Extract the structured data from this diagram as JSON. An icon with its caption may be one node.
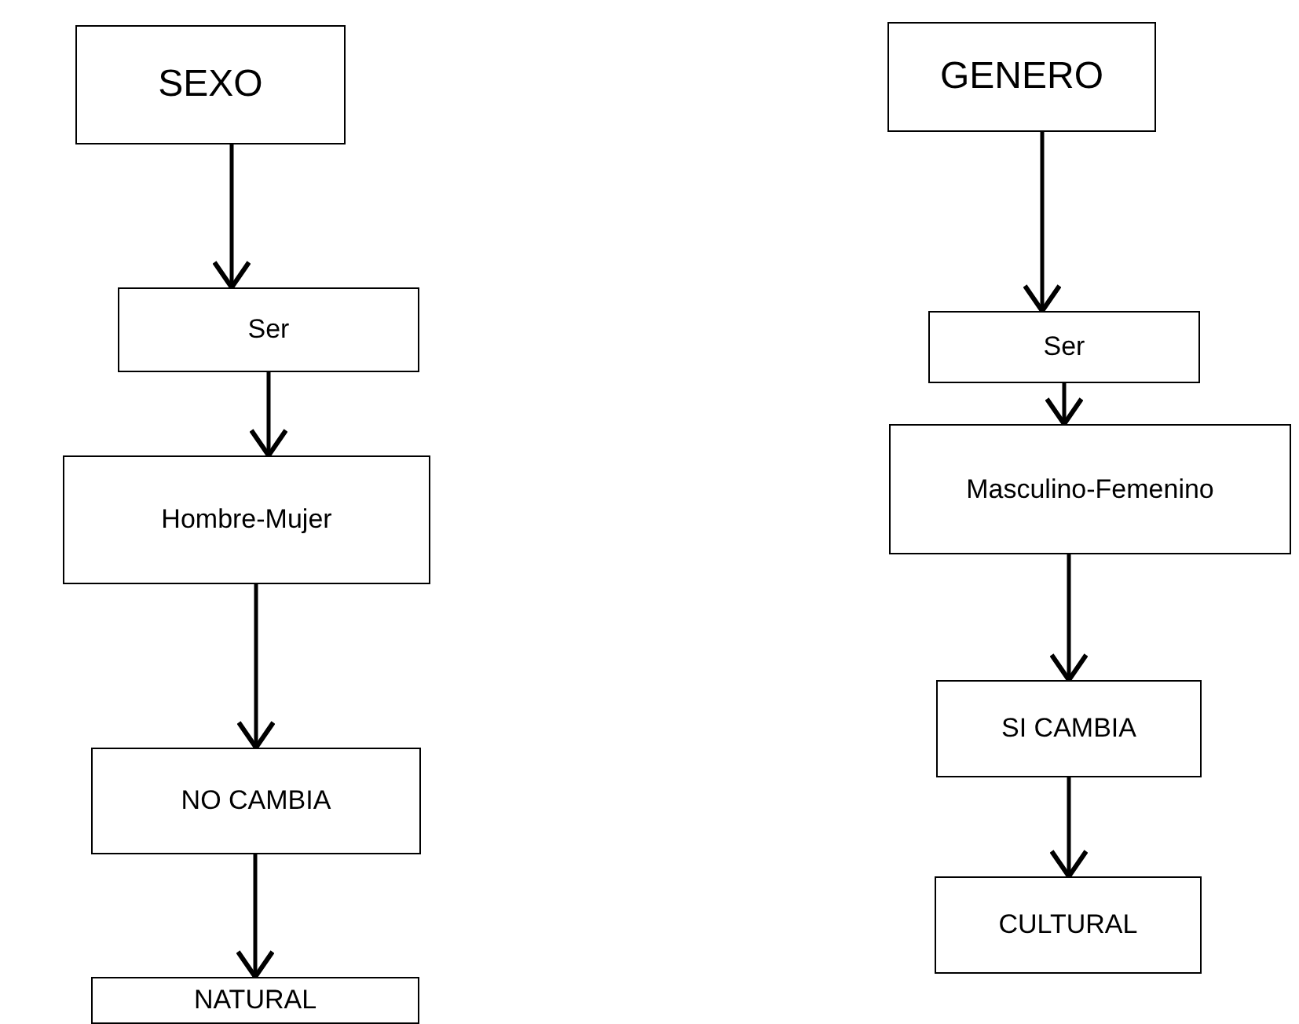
{
  "diagram": {
    "nodes": [
      {
        "text": [
          "SEXO"
        ]
      },
      {
        "text": [
          "Ser"
        ]
      },
      {
        "text": [
          "Hombre-Mujer"
        ]
      },
      {
        "text": [
          "NO CAMBIA"
        ]
      },
      {
        "text": [
          "NATURAL"
        ]
      },
      {
        "text": [
          "GENERO"
        ]
      },
      {
        "text": [
          "Ser"
        ]
      },
      {
        "text": [
          "Masculino-Femenino"
        ]
      },
      {
        "text": [
          "SI CAMBIA"
        ]
      },
      {
        "text": [
          "CULTURAL"
        ]
      }
    ],
    "edges": [
      {
        "from": 0,
        "to": 1,
        "arrow": "to"
      },
      {
        "from": 1,
        "to": 2,
        "arrow": "to"
      },
      {
        "from": 2,
        "to": 3,
        "arrow": "to"
      },
      {
        "from": 3,
        "to": 4,
        "arrow": "to"
      },
      {
        "from": 5,
        "to": 6,
        "arrow": "to"
      },
      {
        "from": 6,
        "to": 7,
        "arrow": "to"
      },
      {
        "from": 7,
        "to": 8,
        "arrow": "to"
      },
      {
        "from": 8,
        "to": 9,
        "arrow": "to"
      }
    ]
  }
}
